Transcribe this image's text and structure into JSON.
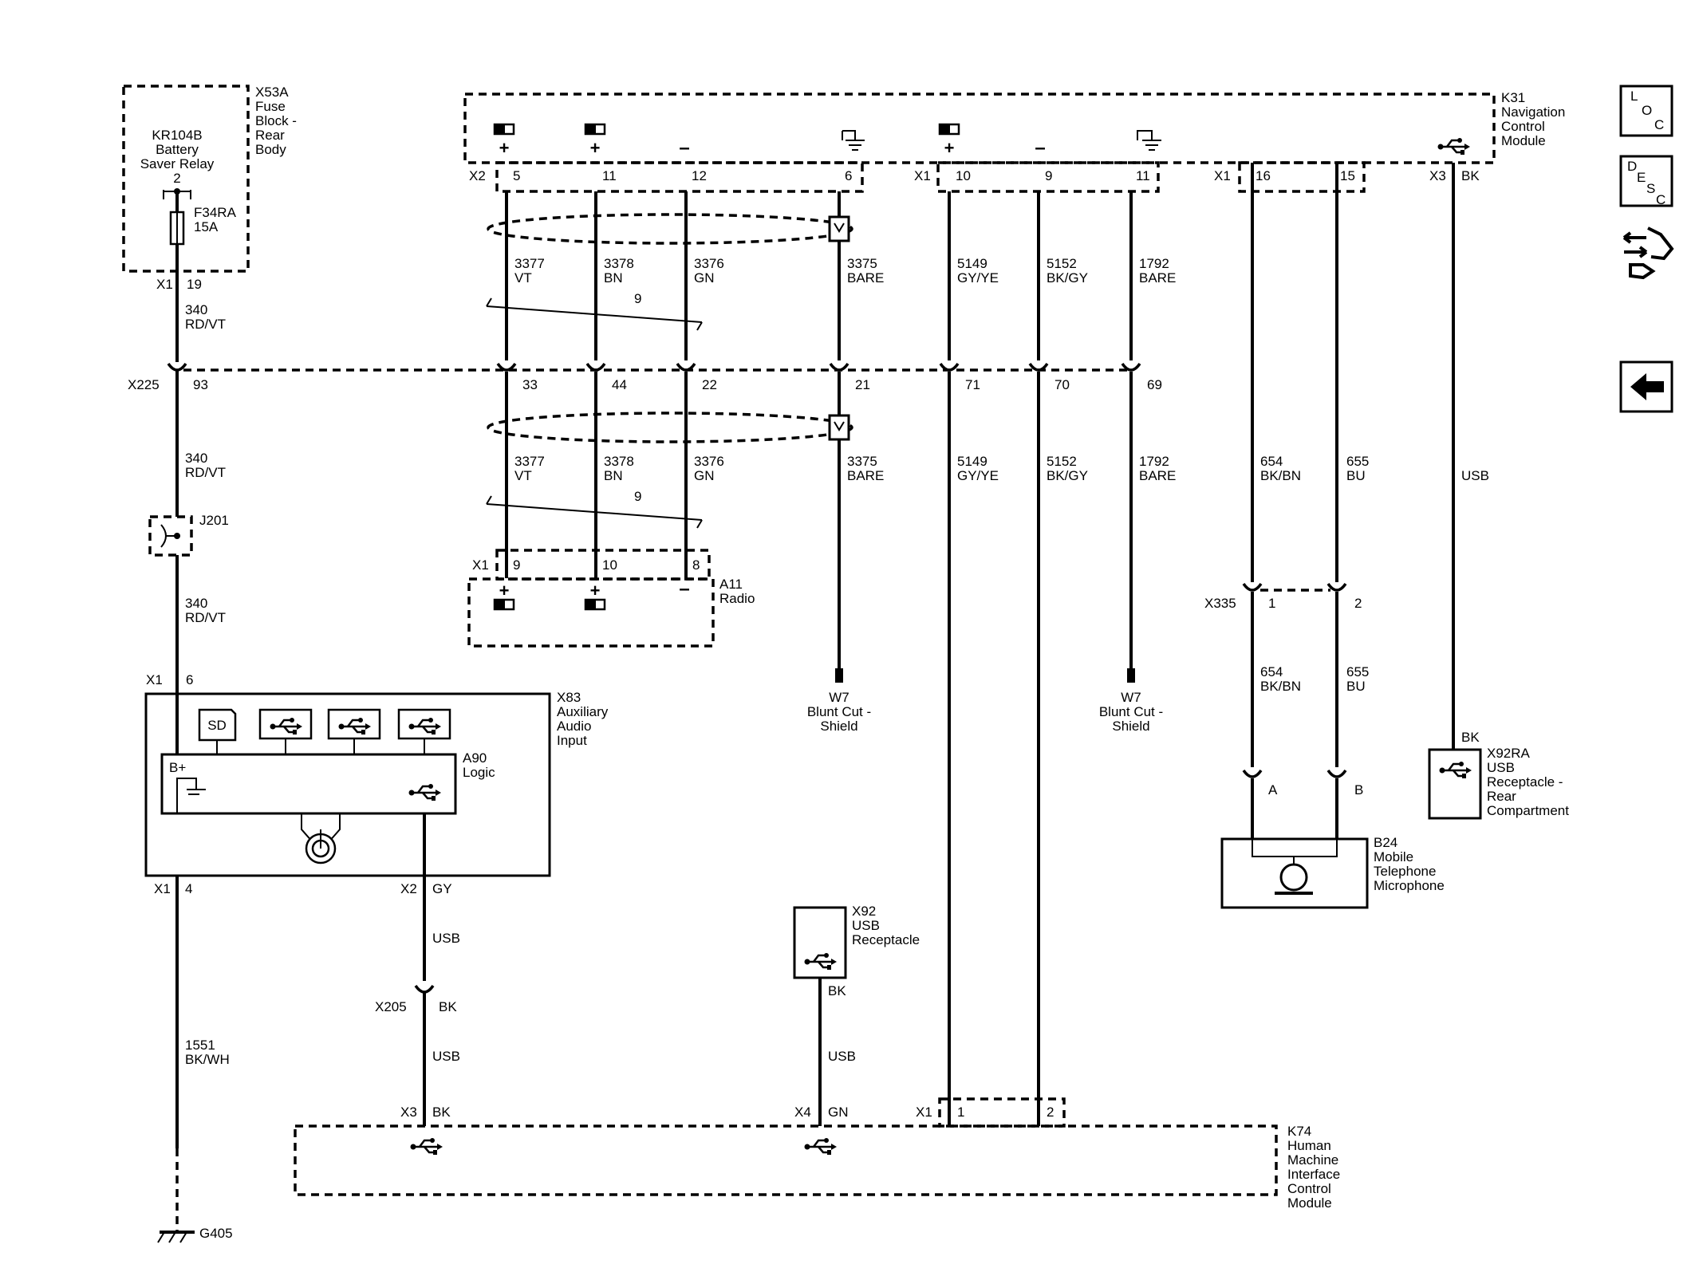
{
  "components": {
    "x53a": [
      "X53A",
      "Fuse",
      "Block -",
      "Rear",
      "Body"
    ],
    "kr104b": [
      "KR104B",
      "Battery",
      "Saver Relay",
      "2"
    ],
    "f34ra": [
      "F34RA",
      "15A"
    ],
    "k31": [
      "K31",
      "Navigation",
      "Control",
      "Module"
    ],
    "a11": [
      "A11",
      "Radio"
    ],
    "x83": [
      "X83",
      "Auxiliary",
      "Audio",
      "Input"
    ],
    "a90": [
      "A90",
      "Logic"
    ],
    "sd": "SD",
    "bplus": "B+",
    "j201": "J201",
    "x92": [
      "X92",
      "USB",
      "Receptacle"
    ],
    "x92ra": [
      "X92RA",
      "USB",
      "Receptacle -",
      "Rear",
      "Compartment"
    ],
    "b24": [
      "B24",
      "Mobile",
      "Telephone",
      "Microphone"
    ],
    "k74": [
      "K74",
      "Human",
      "Machine",
      "Interface",
      "Control",
      "Module"
    ],
    "w7": [
      "W7",
      "Blunt Cut -",
      "Shield"
    ],
    "g405": "G405"
  },
  "connectors": {
    "x1": "X1",
    "x2": "X2",
    "x3": "X3",
    "x4": "X4",
    "x225": "X225",
    "x335": "X335",
    "x205": "X205"
  },
  "pins": {
    "p19": "19",
    "p93": "93",
    "p6": "6",
    "p4": "4",
    "k31_x2": [
      "5",
      "11",
      "12",
      "6"
    ],
    "k31_x1": [
      "10",
      "9",
      "11"
    ],
    "k31_x1b": [
      "16",
      "15"
    ],
    "x225": [
      "33",
      "44",
      "22",
      "21",
      "71",
      "70",
      "69"
    ],
    "a11": [
      "9",
      "10",
      "8"
    ],
    "x335": [
      "1",
      "2"
    ],
    "b24": [
      "A",
      "B"
    ],
    "k74": [
      "1",
      "2"
    ]
  },
  "wires": {
    "w340": [
      "340",
      "RD/VT"
    ],
    "w3377": [
      "3377",
      "VT"
    ],
    "w3378": [
      "3378",
      "BN"
    ],
    "w3376": [
      "3376",
      "GN"
    ],
    "w3375": [
      "3375",
      "BARE"
    ],
    "w5149": [
      "5149",
      "GY/YE"
    ],
    "w5152": [
      "5152",
      "BK/GY"
    ],
    "w1792": [
      "1792",
      "BARE"
    ],
    "w654": [
      "654",
      "BK/BN"
    ],
    "w655": [
      "655",
      "BU"
    ],
    "w1551": [
      "1551",
      "BK/WH"
    ],
    "twist": "9",
    "usb": "USB",
    "bk": "BK",
    "gy": "GY",
    "gn": "GN"
  },
  "nav": {
    "loc": [
      "L",
      "O",
      "C"
    ],
    "desc": [
      "D",
      "E",
      "S",
      "C"
    ]
  }
}
